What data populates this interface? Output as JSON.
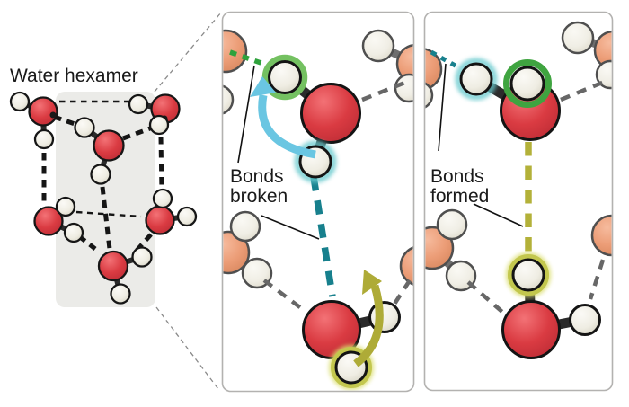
{
  "labels": {
    "hexamer": "Water hexamer",
    "bonds_broken": {
      "line1": "Bonds",
      "line2": "broken"
    },
    "bonds_formed": {
      "line1": "Bonds",
      "line2": "formed"
    }
  },
  "colors": {
    "oxygen_red": "#da3b42",
    "oxygen_faded_salmon": "#ec9d77",
    "hydrogen_white": "#efede3",
    "outline_black": "#161616",
    "outline_faded_gray": "#4f4f4f",
    "hbond_dash_black": "#151515",
    "hbond_dash_gray": "#676767",
    "backdrop_gray": "#ebebe8",
    "panel_border_gray": "#b3b2b0",
    "bond_broken_teal": "#17808d",
    "bond_formed_olive": "#b3b139",
    "bond_green": "#2ea23c",
    "ring_green_light": "#74c161",
    "ring_green_strong": "#3fa440",
    "ring_olive": "#c3c74e",
    "halo_teal": "#66c9cd",
    "halo_olive": "#dade6e",
    "arrow_cyan": "#6ac6e2",
    "arrow_olive": "#aeab37",
    "label_black": "#191919"
  }
}
